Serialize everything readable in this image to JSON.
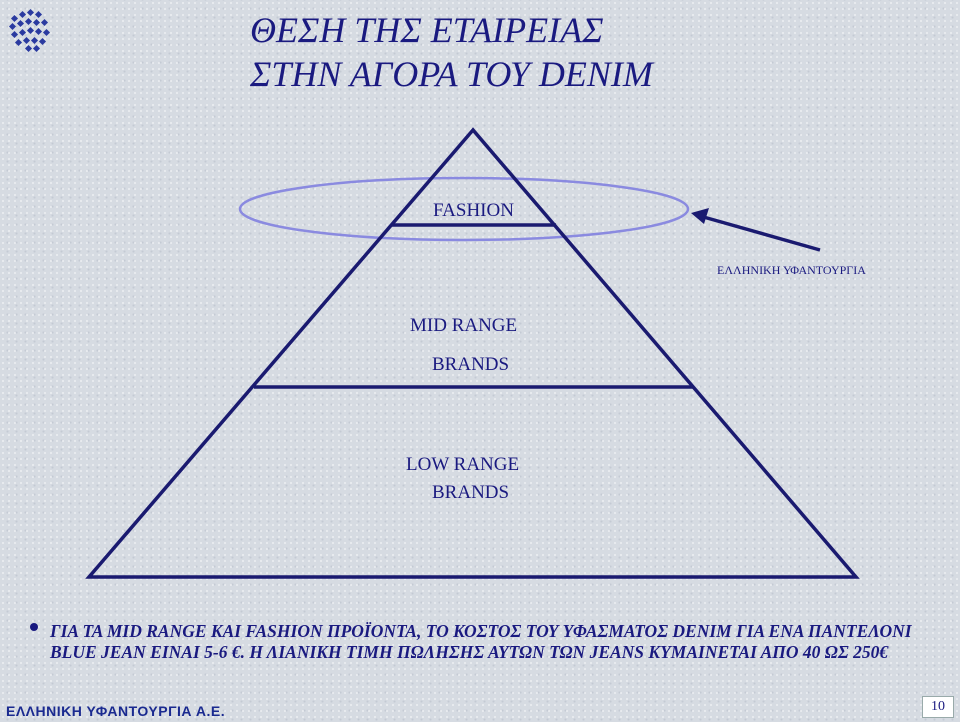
{
  "slide": {
    "title_line1": "ΘΕΣΗ ΤΗΣ ΕΤΑΙΡΕΙΑΣ",
    "title_line2": "ΣΤΗΝ ΑΓΟΡΑ ΤΟΥ DENIM"
  },
  "pyramid": {
    "tier_fashion": "FASHION",
    "tier_mid_line1": "MID RANGE",
    "tier_mid_line2": "BRANDS",
    "tier_low_line1": "LOW RANGE",
    "tier_low_line2": "BRANDS",
    "company_label": "ΕΛΛΗΝΙΚΗ ΥΦΑΝΤΟΥΡΓΙΑ"
  },
  "bullet": {
    "text": "ΓΙΑ ΤΑ MID RANGE ΚΑΙ FASHION ΠΡΟΪΟΝΤΑ, ΤΟ ΚΟΣΤΟΣ ΤΟΥ ΥΦΑΣΜΑΤΟΣ DENIM ΓΙΑ ΕΝΑ ΠΑΝΤΕΛΟΝΙ BLUE JEAN ΕΙΝΑΙ 5-6 €. Η ΛΙΑΝΙΚΗ ΤΙΜΗ ΠΩΛΗΣΗΣ ΑΥΤΩΝ ΤΩΝ JEANS ΚΥΜΑΙΝΕΤΑΙ ΑΠΟ 40 ΩΣ 250€"
  },
  "footer": {
    "brand": "ΕΛΛΗΝΙΚΗ ΥΦΑΝΤΟΥΡΓΙΑ Α.Ε.",
    "page_number": "10"
  },
  "colors": {
    "text": "#1a1a80",
    "pyramid_stroke": "#1a1a70",
    "ellipse_stroke": "#8a8ae0",
    "background": "#d6dbe2"
  },
  "icons": {
    "logo": "company-logo-globe-icon",
    "arrow": "arrow-pointer-icon"
  }
}
